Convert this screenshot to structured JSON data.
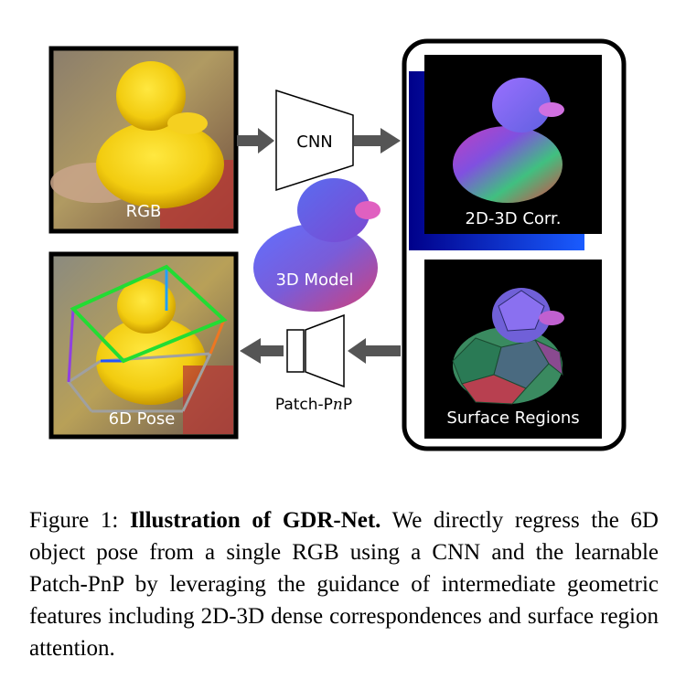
{
  "figure": {
    "rgb_label": "RGB",
    "cnn_label": "CNN",
    "model_label": "3D Model",
    "corr_label": "2D-3D Corr.",
    "regions_label": "Surface Regions",
    "pose_label": "6D Pose",
    "pnp_label_prefix": "Patch-P",
    "pnp_label_italic": "n",
    "pnp_label_suffix": "P",
    "colors": {
      "border": "#000000",
      "arrow": "#555555",
      "box_green": "#22dd33",
      "box_blue": "#2255ff",
      "box_orange": "#ee7722",
      "box_gray": "#a0a0a0"
    }
  },
  "caption": {
    "label": "Figure 1:",
    "title": "Illustration of GDR-Net.",
    "text": "We directly regress the 6D object pose from a single RGB using a CNN and the learnable Patch-PnP by leveraging the guidance of intermediate geometric features including 2D-3D dense correspondences and surface region attention."
  }
}
